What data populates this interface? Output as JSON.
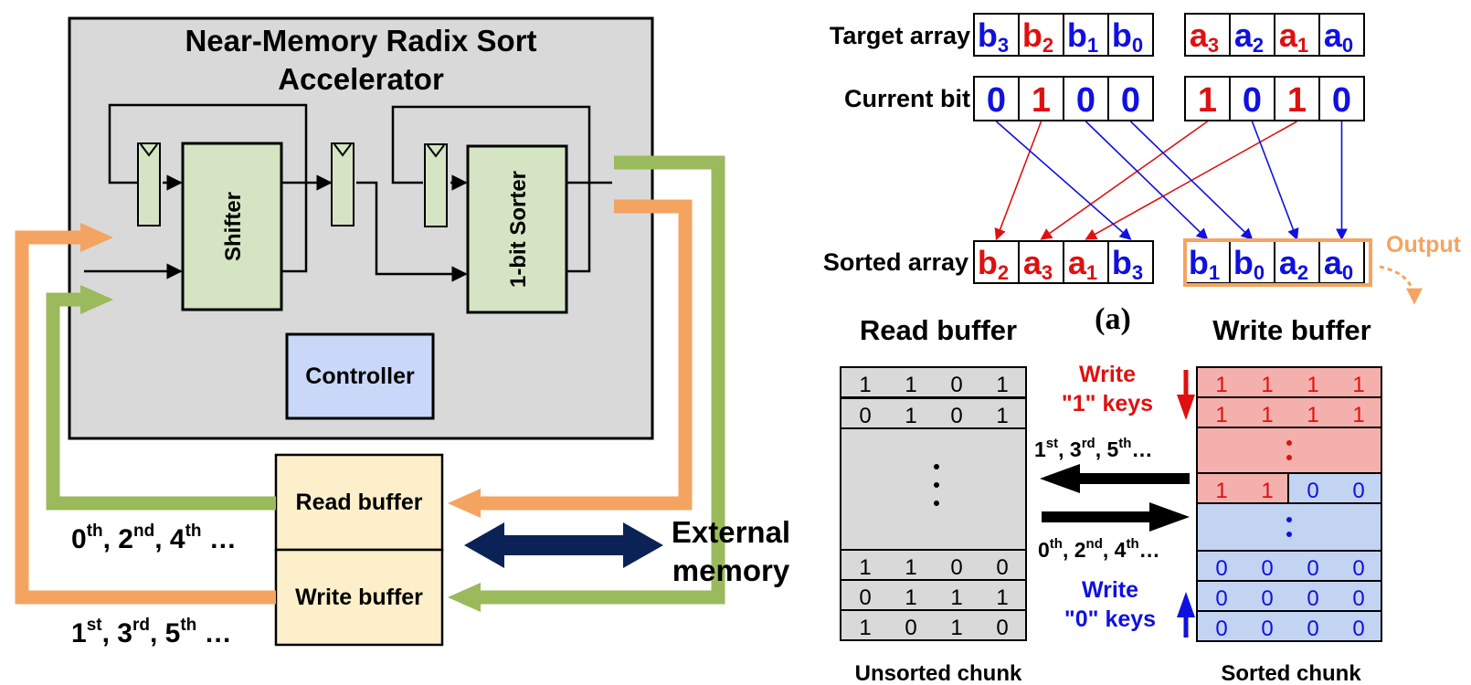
{
  "left": {
    "accelerator_title_line1": "Near-Memory Radix Sort",
    "accelerator_title_line2": "Accelerator",
    "shifter_label": "Shifter",
    "sorter_label": "1-bit Sorter",
    "controller_label": "Controller",
    "read_buffer_label": "Read buffer",
    "write_buffer_label": "Write buffer",
    "even_passes_label": "0th, 2nd, 4th …",
    "odd_passes_label": "1st, 3rd, 5th …",
    "external_memory_line1": "External",
    "external_memory_line2": "memory"
  },
  "right_a": {
    "target_array_label": "Target array",
    "current_bit_label": "Current bit",
    "sorted_array_label": "Sorted array",
    "output_label": "Output",
    "panel_label": "(a)",
    "target_cells": [
      {
        "base": "b",
        "sub": "3",
        "color": "#1010e0"
      },
      {
        "base": "b",
        "sub": "2",
        "color": "#e01010"
      },
      {
        "base": "b",
        "sub": "1",
        "color": "#1010e0"
      },
      {
        "base": "b",
        "sub": "0",
        "color": "#1010e0"
      },
      {
        "base": "a",
        "sub": "3",
        "color": "#e01010"
      },
      {
        "base": "a",
        "sub": "2",
        "color": "#1010e0"
      },
      {
        "base": "a",
        "sub": "1",
        "color": "#e01010"
      },
      {
        "base": "a",
        "sub": "0",
        "color": "#1010e0"
      }
    ],
    "bit_cells": [
      "0",
      "1",
      "0",
      "0",
      "1",
      "0",
      "1",
      "0"
    ],
    "sorted_cells": [
      {
        "base": "b",
        "sub": "2",
        "color": "#e01010"
      },
      {
        "base": "a",
        "sub": "3",
        "color": "#e01010"
      },
      {
        "base": "a",
        "sub": "1",
        "color": "#e01010"
      },
      {
        "base": "b",
        "sub": "3",
        "color": "#1010e0"
      },
      {
        "base": "b",
        "sub": "1",
        "color": "#1010e0"
      },
      {
        "base": "b",
        "sub": "0",
        "color": "#1010e0"
      },
      {
        "base": "a",
        "sub": "2",
        "color": "#1010e0"
      },
      {
        "base": "a",
        "sub": "0",
        "color": "#1010e0"
      }
    ]
  },
  "right_b": {
    "read_buffer_title": "Read buffer",
    "write_buffer_title": "Write buffer",
    "unsorted_chunk_label": "Unsorted chunk",
    "sorted_chunk_label": "Sorted chunk",
    "write_one_line1": "Write",
    "write_one_line2": "\"1\" keys",
    "write_zero_line1": "Write",
    "write_zero_line2": "\"0\" keys",
    "odd_passes_label": "1st, 3rd, 5th…",
    "even_passes_label": "0th, 2nd, 4th…",
    "read_top_rows": [
      [
        "1",
        "1",
        "0",
        "1"
      ],
      [
        "0",
        "1",
        "0",
        "1"
      ]
    ],
    "read_bottom_rows": [
      [
        "1",
        "1",
        "0",
        "0"
      ],
      [
        "0",
        "1",
        "1",
        "1"
      ],
      [
        "1",
        "0",
        "1",
        "0"
      ]
    ],
    "write_ones_rows": [
      [
        "1",
        "1",
        "1",
        "1"
      ],
      [
        "1",
        "1",
        "1",
        "1"
      ]
    ],
    "write_mixed_row": [
      "1",
      "1",
      "0",
      "0"
    ],
    "write_zeros_rows": [
      [
        "0",
        "0",
        "0",
        "0"
      ],
      [
        "0",
        "0",
        "0",
        "0"
      ],
      [
        "0",
        "0",
        "0",
        "0"
      ]
    ]
  },
  "colors": {
    "orange": "#f4a460",
    "green": "#9aba5c",
    "navy": "#0b2257",
    "red": "#e01010",
    "blue": "#1010e0",
    "accelerator_bg": "#d9d9d9",
    "block_green": "#d5e4c2",
    "controller_blue": "#c9d7f8",
    "buffer_yellow": "#fcefca",
    "pink_cell": "#f4b0ad",
    "blue_cell": "#c3d3f2"
  }
}
